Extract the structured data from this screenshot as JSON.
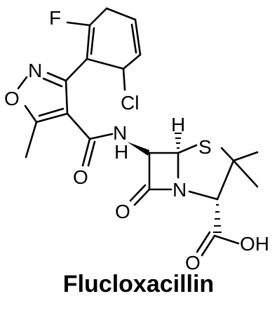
{
  "compound": {
    "name": "Flucloxacillin"
  },
  "atoms": {
    "fluorine": "F",
    "chlorine": "Cl",
    "isoxazole_nitrogen": "N",
    "isoxazole_oxygen": "O",
    "amide_nitrogen": "N",
    "amide_hydrogen": "H",
    "amide_oxygen": "O",
    "bridgehead_hydrogen": "H",
    "sulfur": "S",
    "lactam_nitrogen": "N",
    "lactam_oxygen": "O",
    "carboxyl_oxygen": "O",
    "hydroxyl": "OH"
  },
  "colors": {
    "ink": "#000000",
    "background": "#ffffff"
  }
}
